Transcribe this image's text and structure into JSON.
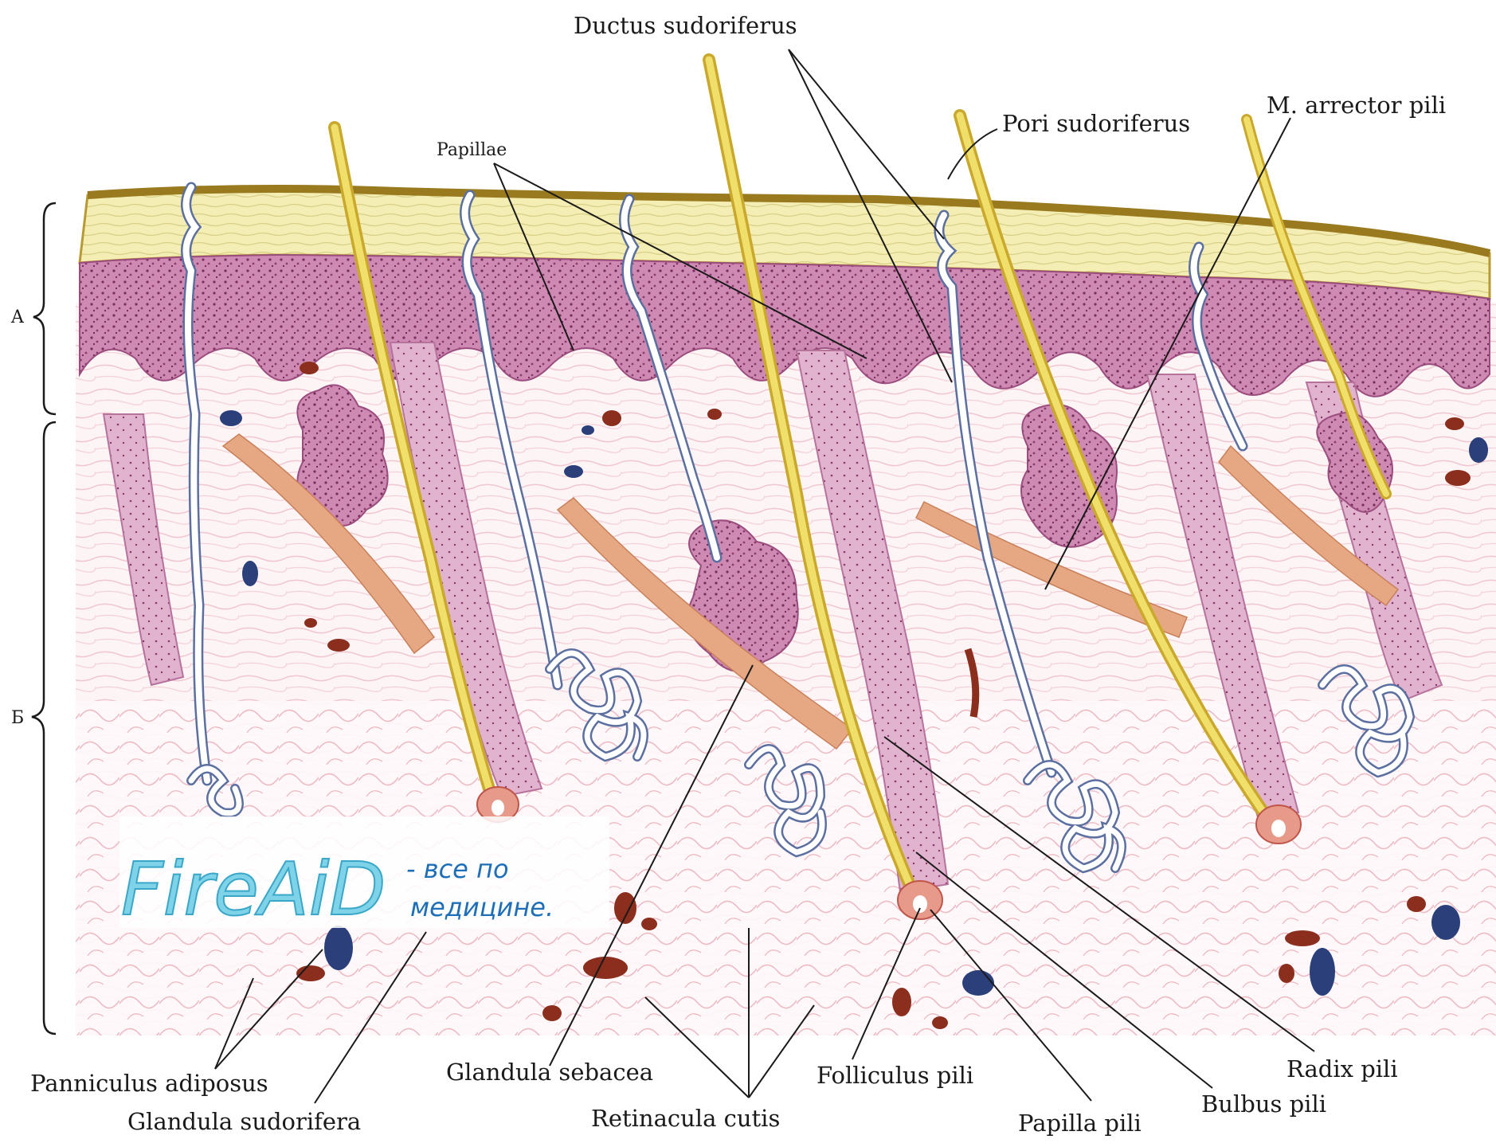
{
  "figure": {
    "labels": {
      "ductus_sudoriferus": "Ductus sudoriferus",
      "pori_sudoriferus": "Pori sudoriferus",
      "m_arrector_pili": "M. arrector pili",
      "papillae": "Papillae",
      "layer_a": "A",
      "layer_b": "Б",
      "panniculus_adiposus": "Panniculus adiposus",
      "glandula_sudorifera": "Glandula sudorifera",
      "glandula_sebacea": "Glandula sebacea",
      "retinacula_cutis": "Retinacula cutis",
      "folliculus_pili": "Folliculus pili",
      "papilla_pili": "Papilla pili",
      "bulbus_pili": "Bulbus pili",
      "radix_pili": "Radix pili"
    },
    "watermark": {
      "brand": "FireAiD",
      "tagline_line1": "- все по",
      "tagline_line2": "медицине."
    },
    "colors": {
      "stratum_corneum": "#f3ecb0",
      "epidermis": "#c77aa6",
      "dermis": "#fbeff3",
      "hair": "#e8d24a",
      "muscle": "#e0a07a",
      "duct": "#ffffff",
      "vessel_red": "#8b2e1e",
      "vessel_blue": "#2b3f7a",
      "fat": "#f5d9df"
    }
  }
}
